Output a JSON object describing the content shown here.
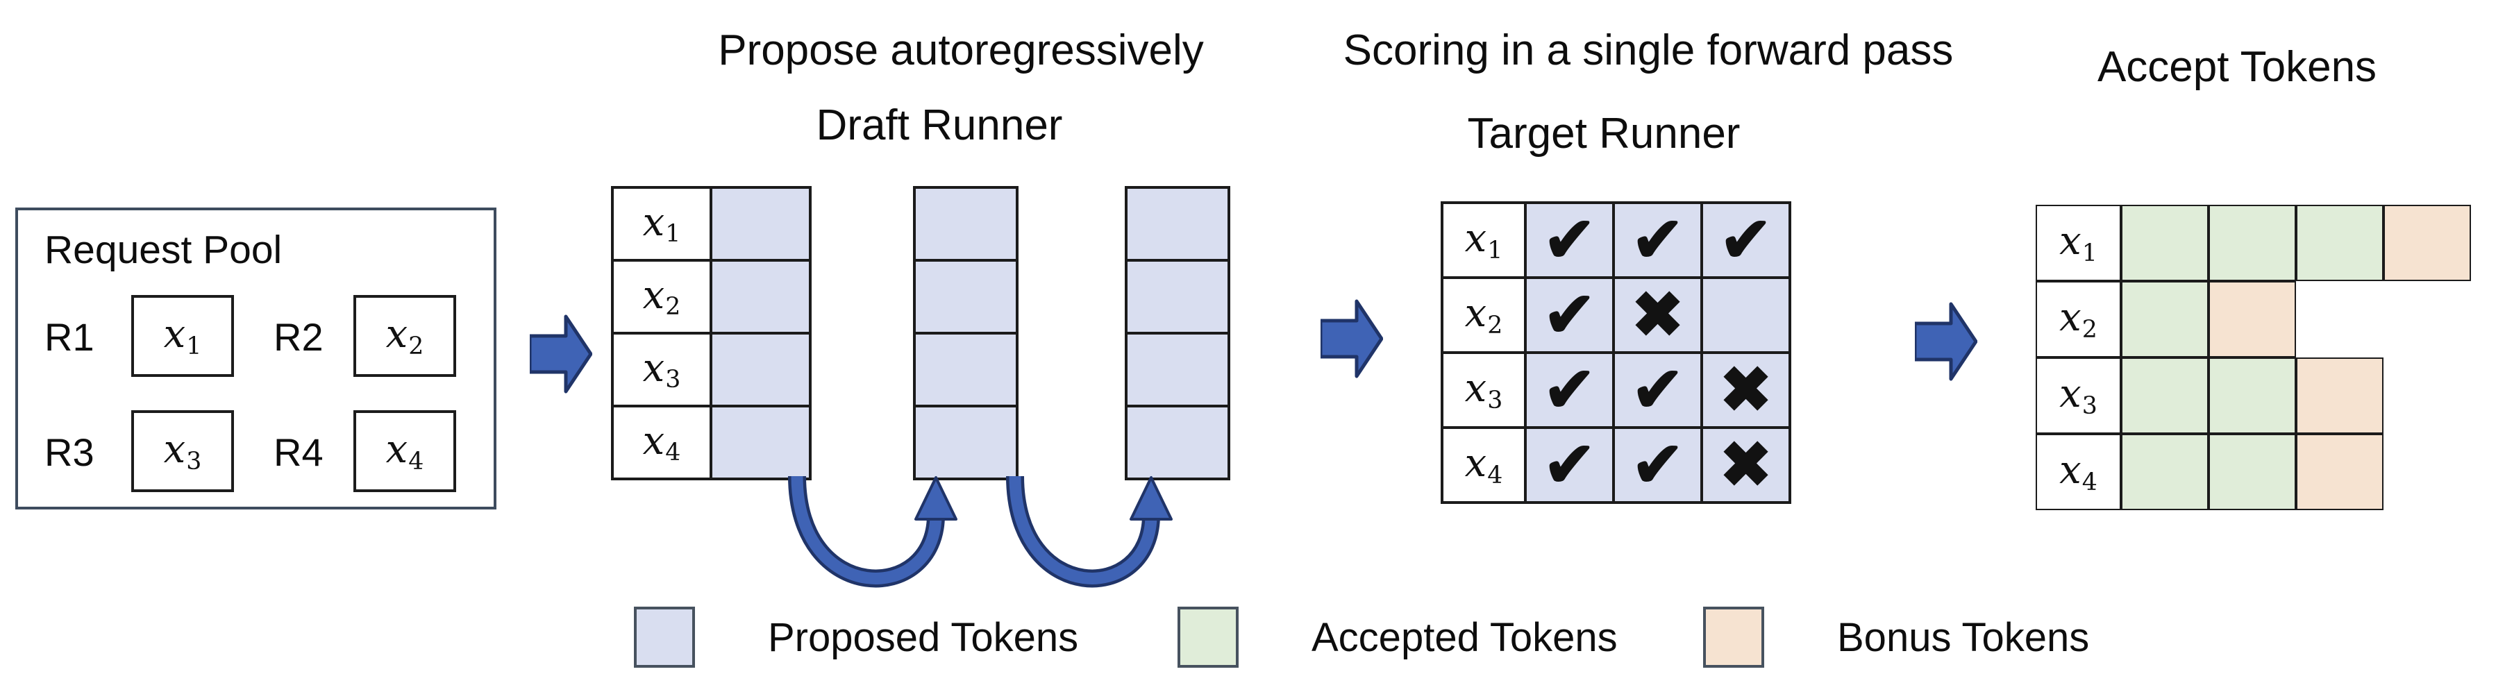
{
  "titles": {
    "propose": "Propose autoregressively",
    "draft_runner": "Draft Runner",
    "scoring": "Scoring in a single forward pass",
    "target_runner": "Target Runner",
    "accept": "Accept Tokens"
  },
  "request_pool": {
    "title": "Request Pool",
    "requests": [
      {
        "id": "R1",
        "token": "x1"
      },
      {
        "id": "R2",
        "token": "x2"
      },
      {
        "id": "R3",
        "token": "x3"
      },
      {
        "id": "R4",
        "token": "x4"
      }
    ]
  },
  "draft": {
    "labels": [
      "x1",
      "x2",
      "x3",
      "x4"
    ],
    "proposal_columns": 3,
    "rows": 4
  },
  "target_grid": {
    "rows": [
      {
        "label": "x1",
        "marks": [
          "check",
          "check",
          "check"
        ]
      },
      {
        "label": "x2",
        "marks": [
          "check",
          "cross",
          "none"
        ]
      },
      {
        "label": "x3",
        "marks": [
          "check",
          "check",
          "cross"
        ]
      },
      {
        "label": "x4",
        "marks": [
          "check",
          "check",
          "cross"
        ]
      }
    ]
  },
  "accept_grid": {
    "rows": [
      {
        "label": "x1",
        "cells": [
          "accepted",
          "accepted",
          "accepted",
          "bonus"
        ]
      },
      {
        "label": "x2",
        "cells": [
          "accepted",
          "bonus"
        ]
      },
      {
        "label": "x3",
        "cells": [
          "accepted",
          "accepted",
          "bonus"
        ]
      },
      {
        "label": "x4",
        "cells": [
          "accepted",
          "accepted",
          "bonus"
        ]
      }
    ]
  },
  "legend": [
    {
      "label": "Proposed Tokens",
      "type": "proposed",
      "color": "#d9def0"
    },
    {
      "label": "Accepted Tokens",
      "type": "accepted",
      "color": "#e0edd9"
    },
    {
      "label": "Bonus Tokens",
      "type": "bonus",
      "color": "#f6e3d1"
    }
  ],
  "icons": {
    "check": "✔",
    "cross": "✖"
  },
  "colors": {
    "proposed": "#d9def0",
    "accepted": "#e0edd9",
    "bonus": "#f6e3d1",
    "arrow_fill": "#3f63b5",
    "arrow_stroke": "#203468",
    "grid_border": "#1b1b1b"
  }
}
